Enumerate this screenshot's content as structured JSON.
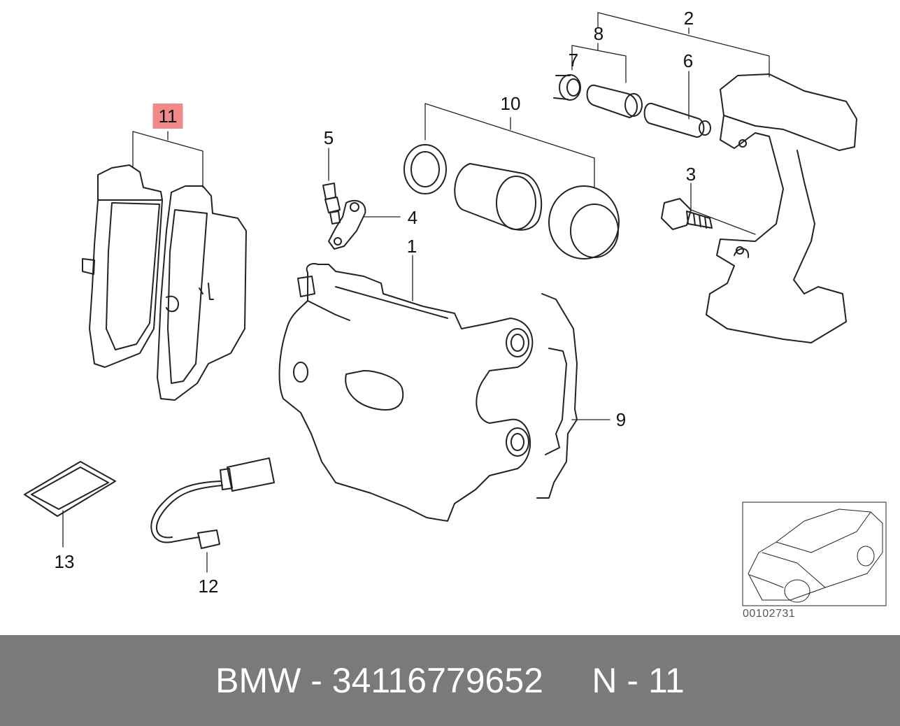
{
  "diagram": {
    "callouts": [
      {
        "id": "11",
        "label": "11",
        "highlighted": true
      },
      {
        "id": "2",
        "label": "2"
      },
      {
        "id": "8",
        "label": "8"
      },
      {
        "id": "7",
        "label": "7"
      },
      {
        "id": "6",
        "label": "6"
      },
      {
        "id": "10",
        "label": "10"
      },
      {
        "id": "5",
        "label": "5"
      },
      {
        "id": "4",
        "label": "4"
      },
      {
        "id": "3",
        "label": "3"
      },
      {
        "id": "1",
        "label": "1"
      },
      {
        "id": "9",
        "label": "9"
      },
      {
        "id": "13",
        "label": "13"
      },
      {
        "id": "12",
        "label": "12"
      }
    ],
    "reference_code": "00102731",
    "highlight_color": "#f08a8a",
    "line_color": "#222222"
  },
  "footer": {
    "text": "BMW - 34116779652     N - 11",
    "background_color": "#7a7a7a",
    "text_color": "#ffffff"
  }
}
